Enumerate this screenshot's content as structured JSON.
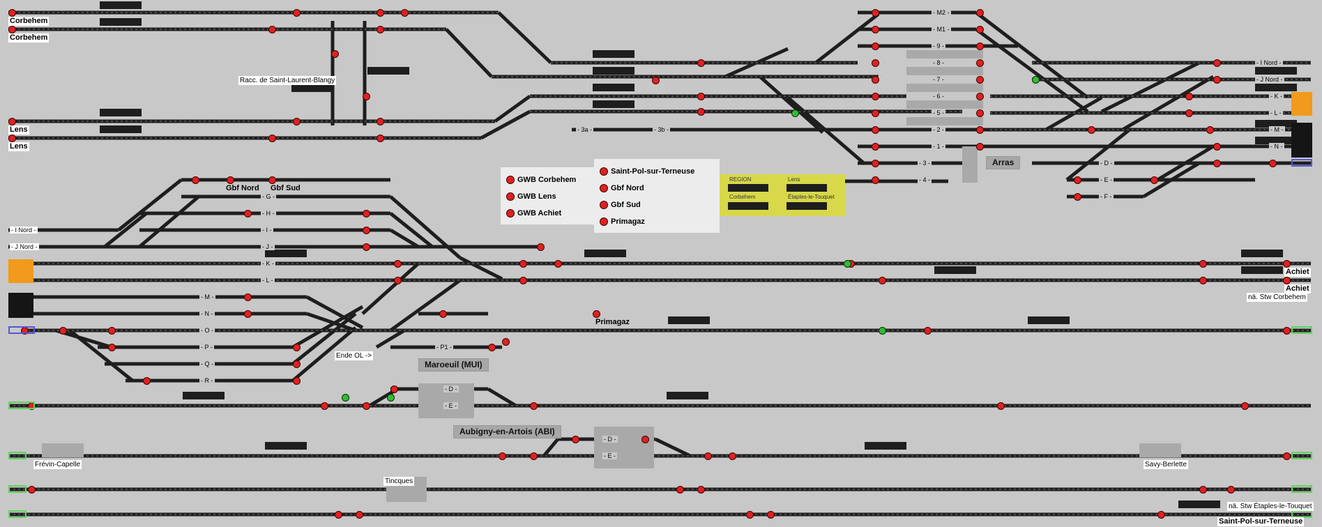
{
  "station_labels": {
    "corbehem_1": "Corbehem",
    "corbehem_2": "Corbehem",
    "lens_1": "Lens",
    "lens_2": "Lens",
    "racc": "Racc. de Saint-Laurent-Blangy",
    "gbf_nord": "Gbf Nord",
    "gbf_sud": "Gbf Sud",
    "arras": "Arras",
    "achiet_1": "Achiet",
    "achiet_2": "Achiet",
    "na_corbehem": "nä. Stw Corbehem",
    "primagaz": "Primagaz",
    "ende_ol": "Ende OL ->",
    "maroeuil": "Maroeuil (MUI)",
    "aubigny": "Aubigny-en-Artois (ABI)",
    "frevin": "Frévin-Capelle",
    "savy": "Savy-Berlette",
    "tincques": "Tincques",
    "na_etaples": "nä. Stw Étaples-le-Touquet",
    "saint_pol": "Saint-Pol-sur-Terneuse"
  },
  "track_labels": {
    "m2": "- M2 -",
    "m1": "- M1 -",
    "t9": "- 9 -",
    "t8": "- 8 -",
    "t7": "- 7 -",
    "t6": "- 6 -",
    "t5": "- 5 -",
    "t2": "- 2 -",
    "t1": "- 1 -",
    "t3": "- 3 -",
    "t4": "- 4 -",
    "t3a": "- 3a -",
    "t3b": "- 3b -",
    "iNordR": "- I Nord -",
    "jNordR": "- J Nord -",
    "K_r": "- K -",
    "L_r": "- L -",
    "M_r": "- M -",
    "N_r": "- N -",
    "D_r": "- D -",
    "E_r": "- E -",
    "F_r": "- F -",
    "iNordL": "- I Nord -",
    "jNordL": "- J Nord -",
    "G": "- G -",
    "H": "- H -",
    "I": "- I -",
    "J": "- J -",
    "K": "- K -",
    "L": "- L -",
    "M": "- M -",
    "N": "- N -",
    "O": "- O -",
    "P": "- P -",
    "Q": "- Q -",
    "R": "- R -",
    "P1": "- P1 -",
    "mui_D": "- D -",
    "mui_E": "- E -",
    "abi_D": "- D -",
    "abi_E": "- E -"
  },
  "legend_left": [
    "GWB Corbehem",
    "GWB Lens",
    "GWB Achiet"
  ],
  "legend_right": [
    "Saint-Pol-sur-Terneuse",
    "Gbf Nord",
    "Gbf Sud",
    "Primagaz"
  ],
  "region_panel": {
    "region": "REGION",
    "lens": "Lens",
    "corbehem": "Corbehem",
    "etaples": "Étaples-le-Touquet"
  },
  "colors": {
    "background": "#c8c8c8",
    "track": "#1e1e1e",
    "signal_red": "#dd2222",
    "signal_green": "#33bb33",
    "region_panel": "#d8d84a",
    "orange_marker": "#f19a1b",
    "blue_edge": "#5656d8",
    "green_edge": "#5cd65c"
  }
}
